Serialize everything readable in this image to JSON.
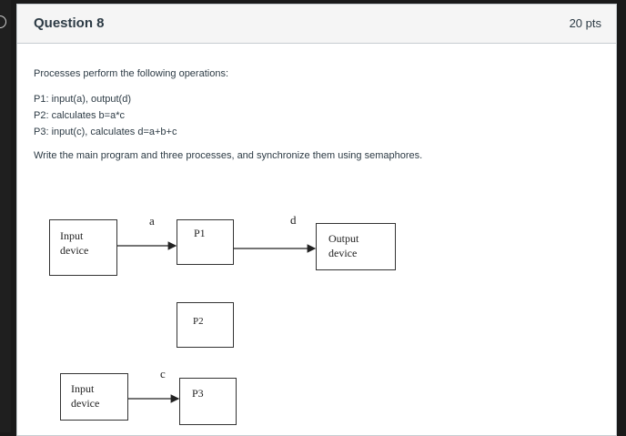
{
  "question": {
    "title": "Question 8",
    "points": "20 pts",
    "intro": "Processes perform the following operations:",
    "operations": [
      "P1: input(a), output(d)",
      "P2: calculates b=a*c",
      "P3: input(c), calculates d=a+b+c"
    ],
    "instruction": "Write the main program and three processes, and synchronize them using semaphores."
  },
  "diagram": {
    "input_top": [
      "Input",
      "device"
    ],
    "p1": "P1",
    "output": [
      "Output",
      "device"
    ],
    "p2": "P2",
    "input_bottom": [
      "Input",
      "device"
    ],
    "p3": "P3",
    "label_a": "a",
    "label_d": "d",
    "label_c": "c"
  }
}
